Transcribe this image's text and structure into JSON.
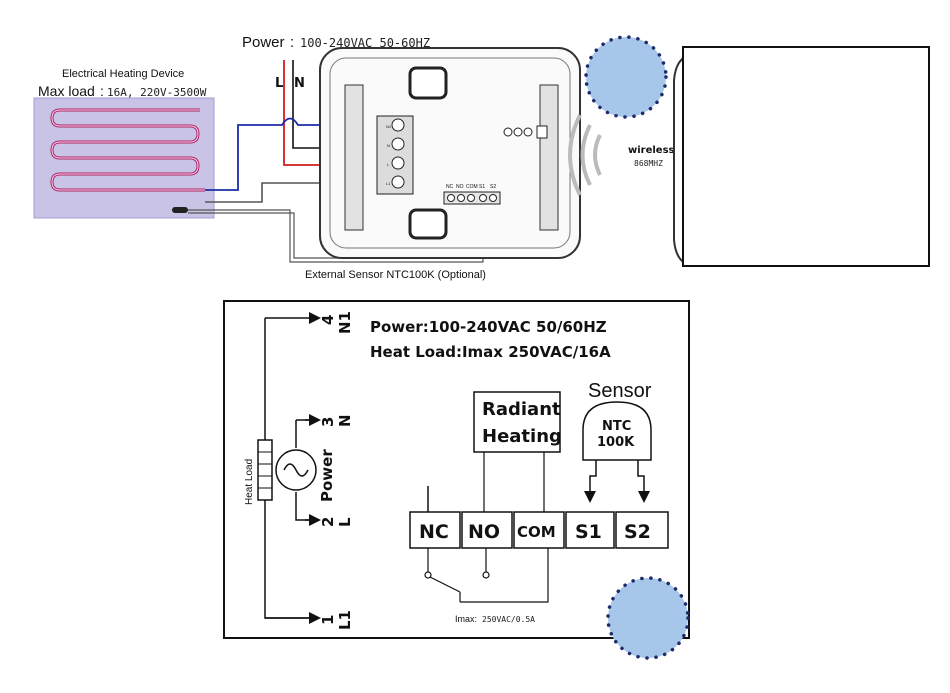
{
  "top_diagram": {
    "power_label": "Power",
    "power_value": "100-240VAC  50-60HZ",
    "heating_device_title": "Electrical Heating Device",
    "max_load_label": "Max load",
    "max_load_value": "16A, 220V-3500W",
    "line_label": "L",
    "neutral_label": "N",
    "wireless_label": "wireless",
    "wireless_freq": "868MHZ",
    "sensor_caption": "External Sensor NTC100K (Optional)",
    "terminal_strip_labels": [
      "NC",
      "NO",
      "COM",
      "S1",
      "S2"
    ],
    "side_terminal_labels": [
      "N1",
      "N",
      "L",
      "L1"
    ]
  },
  "bottom_diagram": {
    "power_line": "Power:100-240VAC 50/60HZ",
    "heat_load_line": "Heat Load:Imax 250VAC/16A",
    "heat_load_side_label": "Heat Load",
    "power_side_label": "Power",
    "radiant_heating_line1": "Radiant",
    "radiant_heating_line2": "Heating",
    "sensor_title": "Sensor",
    "sensor_ntc_line1": "NTC",
    "sensor_ntc_line2": "100K",
    "terminals": [
      "NC",
      "NO",
      "COM",
      "S1",
      "S2"
    ],
    "terminal_numbers": [
      {
        "num": "4",
        "name": "N1"
      },
      {
        "num": "3",
        "name": "N"
      },
      {
        "num": "2",
        "name": "L"
      },
      {
        "num": "1",
        "name": "L1"
      }
    ],
    "imax_label": "Imax:",
    "imax_value": "250VAC/0.5A"
  },
  "colors": {
    "blue_dot_fill": "#a7c7ea",
    "heating_panel": "#c9c3e6",
    "wire_blue": "#1b2ca8",
    "wire_red": "#d21d1d",
    "wire_gray": "#555555",
    "heating_element": "#b0206a"
  }
}
